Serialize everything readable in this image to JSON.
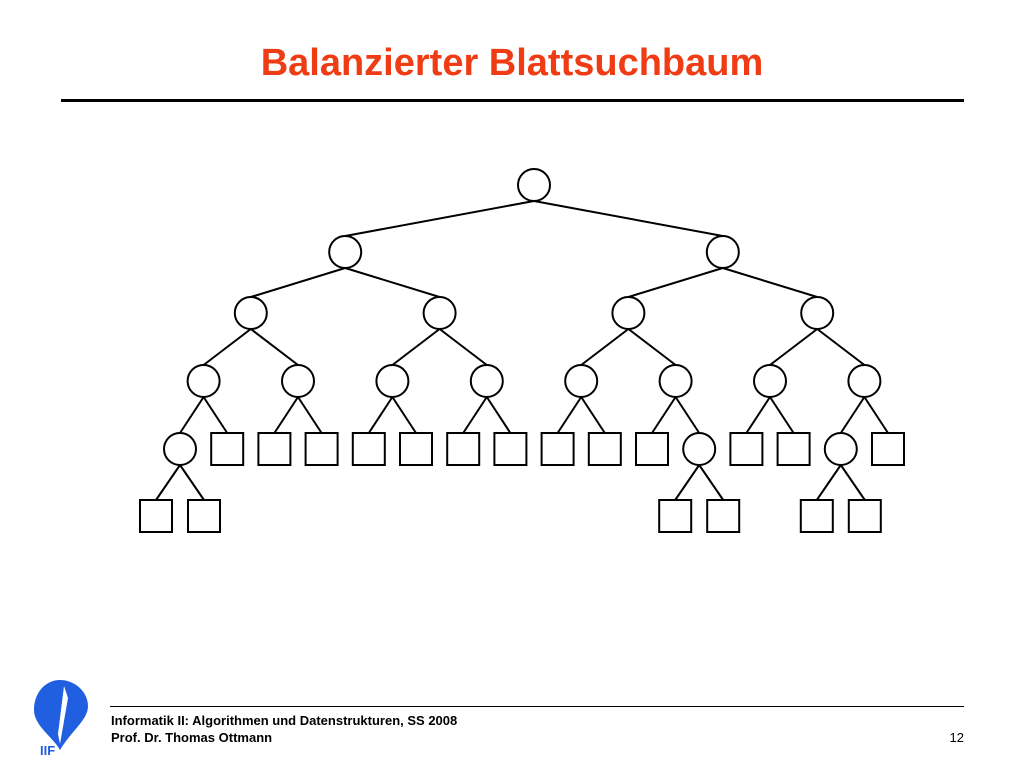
{
  "slide": {
    "title": "Balanzierter Blattsuchbaum",
    "page_number": "12"
  },
  "footer": {
    "course": "Informatik II: Algorithmen und Datenstrukturen, SS 2008",
    "author": "Prof. Dr. Thomas Ottmann"
  },
  "logo": {
    "text": "IIF"
  },
  "colors": {
    "title": "#f03c14",
    "logo_blue": "#1f5fe0",
    "line": "#000000"
  },
  "icons": {
    "inner_node": "circle",
    "leaf_node": "square",
    "logo": "iif-logo-icon"
  },
  "tree": {
    "root": {
      "type": "circle",
      "children": [
        {
          "type": "circle",
          "children": [
            {
              "type": "circle",
              "children": [
                {
                  "type": "circle",
                  "children": [
                    {
                      "type": "circle",
                      "children": [
                        {
                          "type": "square"
                        },
                        {
                          "type": "square"
                        }
                      ]
                    },
                    {
                      "type": "square"
                    }
                  ]
                },
                {
                  "type": "circle",
                  "children": [
                    {
                      "type": "square"
                    },
                    {
                      "type": "square"
                    }
                  ]
                }
              ]
            },
            {
              "type": "circle",
              "children": [
                {
                  "type": "circle",
                  "children": [
                    {
                      "type": "square"
                    },
                    {
                      "type": "square"
                    }
                  ]
                },
                {
                  "type": "circle",
                  "children": [
                    {
                      "type": "square"
                    },
                    {
                      "type": "square"
                    }
                  ]
                }
              ]
            }
          ]
        },
        {
          "type": "circle",
          "children": [
            {
              "type": "circle",
              "children": [
                {
                  "type": "circle",
                  "children": [
                    {
                      "type": "square"
                    },
                    {
                      "type": "square"
                    }
                  ]
                },
                {
                  "type": "circle",
                  "children": [
                    {
                      "type": "square"
                    },
                    {
                      "type": "circle",
                      "children": [
                        {
                          "type": "square"
                        },
                        {
                          "type": "square"
                        }
                      ]
                    }
                  ]
                }
              ]
            },
            {
              "type": "circle",
              "children": [
                {
                  "type": "circle",
                  "children": [
                    {
                      "type": "square"
                    },
                    {
                      "type": "square"
                    }
                  ]
                },
                {
                  "type": "circle",
                  "children": [
                    {
                      "type": "circle",
                      "children": [
                        {
                          "type": "square"
                        },
                        {
                          "type": "square"
                        }
                      ]
                    },
                    {
                      "type": "square"
                    }
                  ]
                }
              ]
            }
          ]
        }
      ]
    }
  }
}
